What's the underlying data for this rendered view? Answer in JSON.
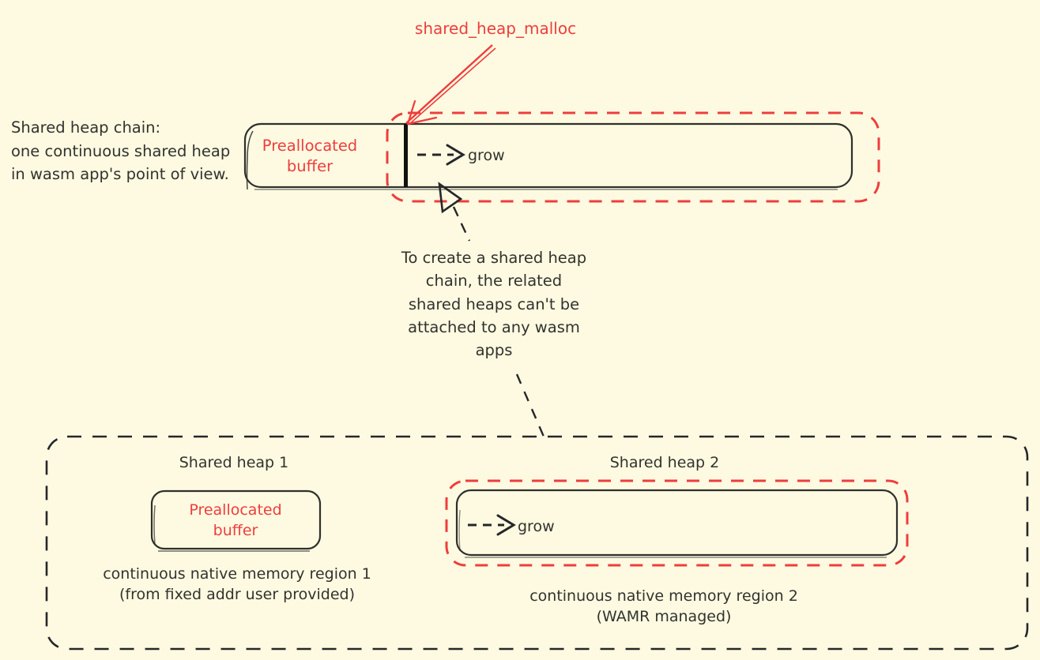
{
  "diagram": {
    "title": "WAMR shared heap chain diagram",
    "background_color": "#fdfae1",
    "accent_red": "#ef3d3d",
    "text_color": "#33322e"
  },
  "top": {
    "malloc_label": "shared_heap_malloc",
    "chain_caption": "Shared heap chain:\none continuous shared heap\nin wasm app's point of view.",
    "preallocated_buffer_label": "Preallocated\nbuffer",
    "grow_label": "grow"
  },
  "note": {
    "text": "To create a shared heap\nchain, the related\nshared heaps can't be\nattached to any wasm\napps"
  },
  "bottom": {
    "heap1": {
      "title": "Shared heap 1",
      "box_label": "Preallocated\nbuffer",
      "region_caption": "continuous native memory region 1\n(from fixed addr user provided)"
    },
    "heap2": {
      "title": "Shared heap 2",
      "grow_label": "grow",
      "region_caption": "continuous native memory region 2\n(WAMR managed)"
    }
  }
}
